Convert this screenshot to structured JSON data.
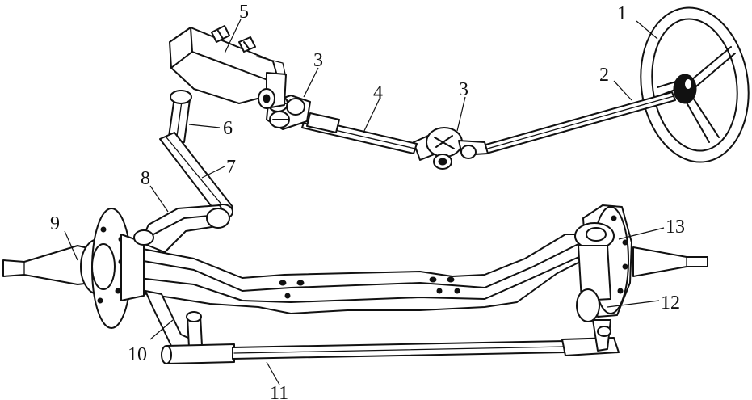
{
  "labels": {
    "l1": "1",
    "l2": "2",
    "l3a": "3",
    "l3b": "3",
    "l4": "4",
    "l5": "5",
    "l6": "6",
    "l7": "7",
    "l8": "8",
    "l9": "9",
    "l10": "10",
    "l11": "11",
    "l12": "12",
    "l13": "13"
  }
}
